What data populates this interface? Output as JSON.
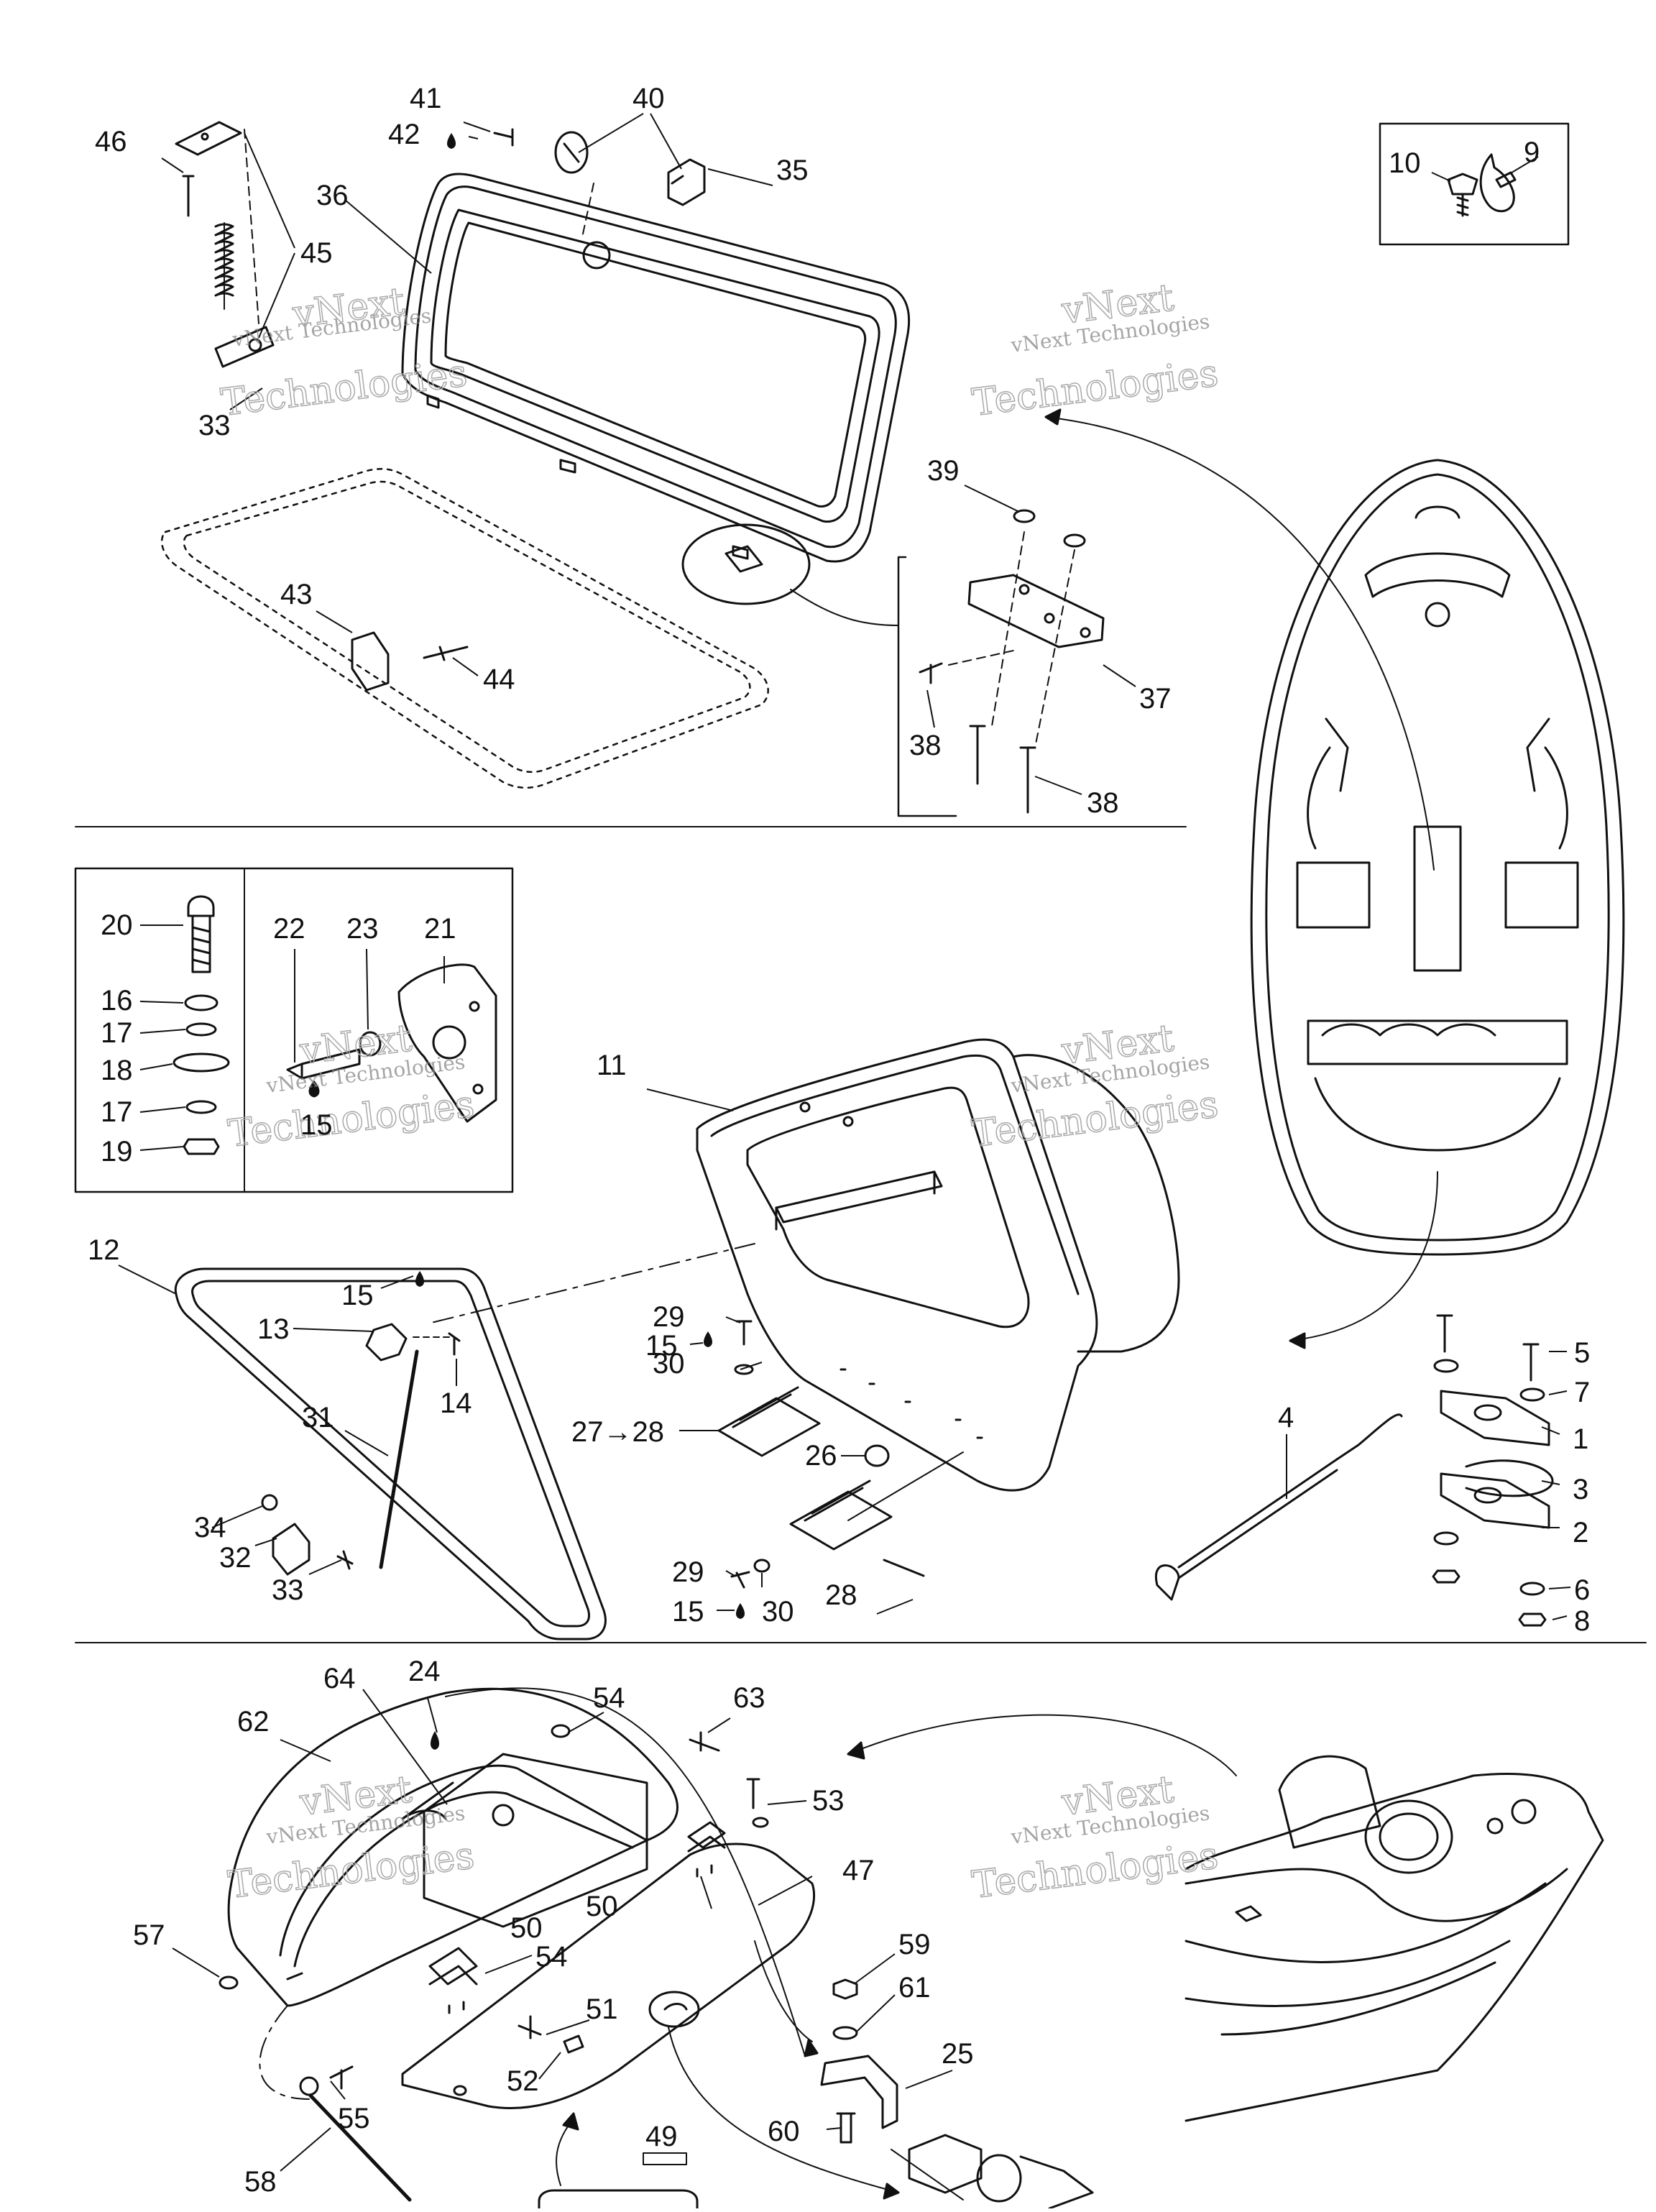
{
  "watermark": {
    "line1": "vNext Technologies",
    "line2": "vNext",
    "line3": "Technologies"
  },
  "callouts": {
    "c1": "1",
    "c2": "2",
    "c3": "3",
    "c4": "4",
    "c5": "5",
    "c6": "6",
    "c7": "7",
    "c8": "8",
    "c9": "9",
    "c10": "10",
    "c11": "11",
    "c12": "12",
    "c13": "13",
    "c14": "14",
    "c15a": "15",
    "c15b": "15",
    "c15c": "15",
    "c15d": "15",
    "c16": "16",
    "c17a": "17",
    "c17b": "17",
    "c18": "18",
    "c19": "19",
    "c20": "20",
    "c21": "21",
    "c22": "22",
    "c23": "23",
    "c24": "24",
    "c25": "25",
    "c26": "26",
    "c2728": "27→28",
    "c28": "28",
    "c29a": "29",
    "c29b": "29",
    "c30a": "30",
    "c30b": "30",
    "c31": "31",
    "c32": "32",
    "c33a": "33",
    "c33b": "33",
    "c34": "34",
    "c35": "35",
    "c36": "36",
    "c37": "37",
    "c38a": "38",
    "c38b": "38",
    "c39": "39",
    "c40": "40",
    "c41": "41",
    "c42": "42",
    "c43": "43",
    "c44": "44",
    "c45": "45",
    "c46": "46",
    "c47": "47",
    "c49": "49",
    "c50a": "50",
    "c50b": "50",
    "c51": "51",
    "c52": "52",
    "c53": "53",
    "c54a": "54",
    "c54b": "54",
    "c55": "55",
    "c57": "57",
    "c58": "58",
    "c59": "59",
    "c60": "60",
    "c61": "61",
    "c62": "62",
    "c63": "63",
    "c64": "64"
  }
}
